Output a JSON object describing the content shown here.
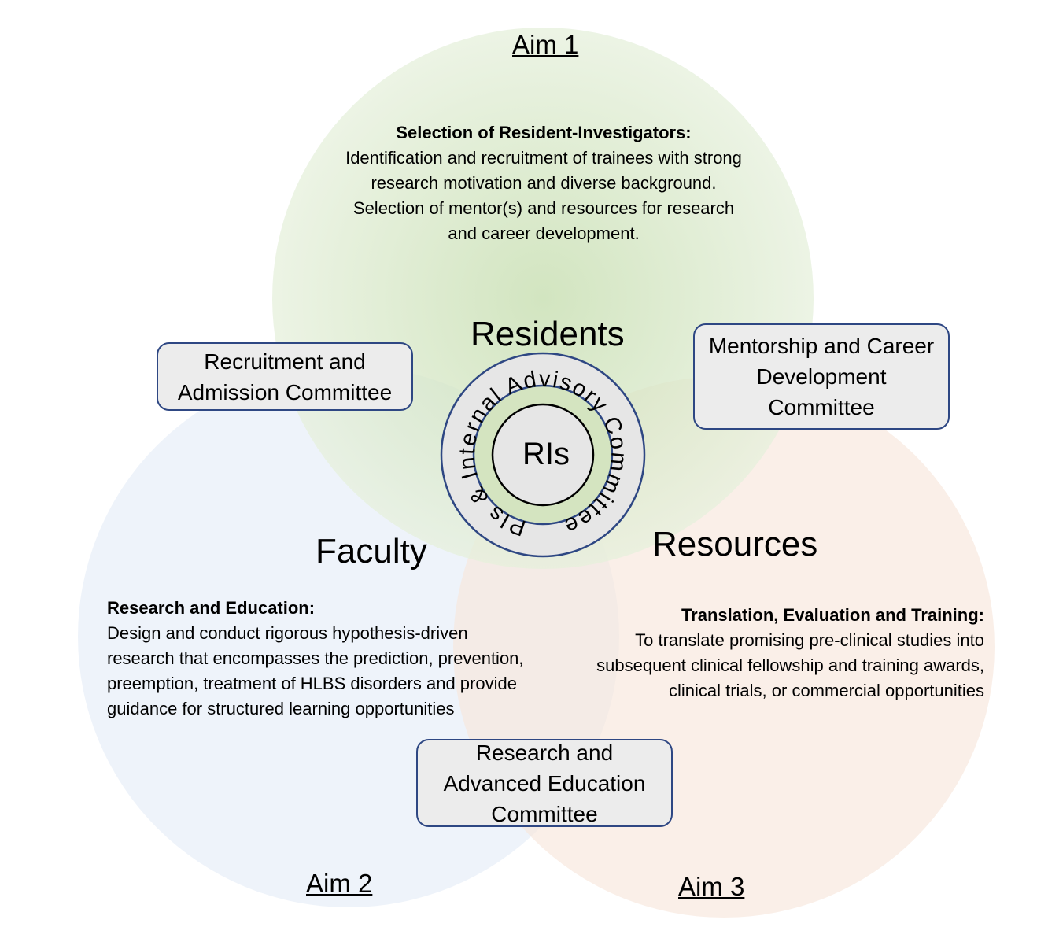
{
  "aims": {
    "aim1": "Aim 1",
    "aim2": "Aim 2",
    "aim3": "Aim 3"
  },
  "circles": {
    "residents": {
      "label": "Residents",
      "color": "#c9e0b4"
    },
    "faculty": {
      "label": "Faculty",
      "color": "#e3ebf6"
    },
    "resources": {
      "label": "Resources",
      "color": "#f8e7dc"
    }
  },
  "descriptions": {
    "aim1": {
      "heading": "Selection of Resident-Investigators:",
      "body": "Identification and recruitment of trainees with strong research motivation and diverse background. Selection of mentor(s) and resources for research and career development."
    },
    "aim2": {
      "heading": "Research and Education:",
      "body": "Design and conduct rigorous hypothesis-driven research that encompasses the prediction, prevention, preemption, treatment of HLBS disorders and provide guidance for structured learning opportunities"
    },
    "aim3": {
      "heading": "Translation, Evaluation and Training:",
      "body": "To translate promising pre-clinical studies into subsequent clinical fellowship and training awards, clinical trials, or commercial opportunities"
    }
  },
  "committees": {
    "recruitment": "Recruitment and\nAdmission Committee",
    "mentorship": "Mentorship and Career\nDevelopment\nCommittee",
    "research": "Research and\nAdvanced Education\nCommittee"
  },
  "center": {
    "ring_text": "PIs & Internal Advisory Committee",
    "core": "RIs",
    "border_color": "#2e4783"
  }
}
